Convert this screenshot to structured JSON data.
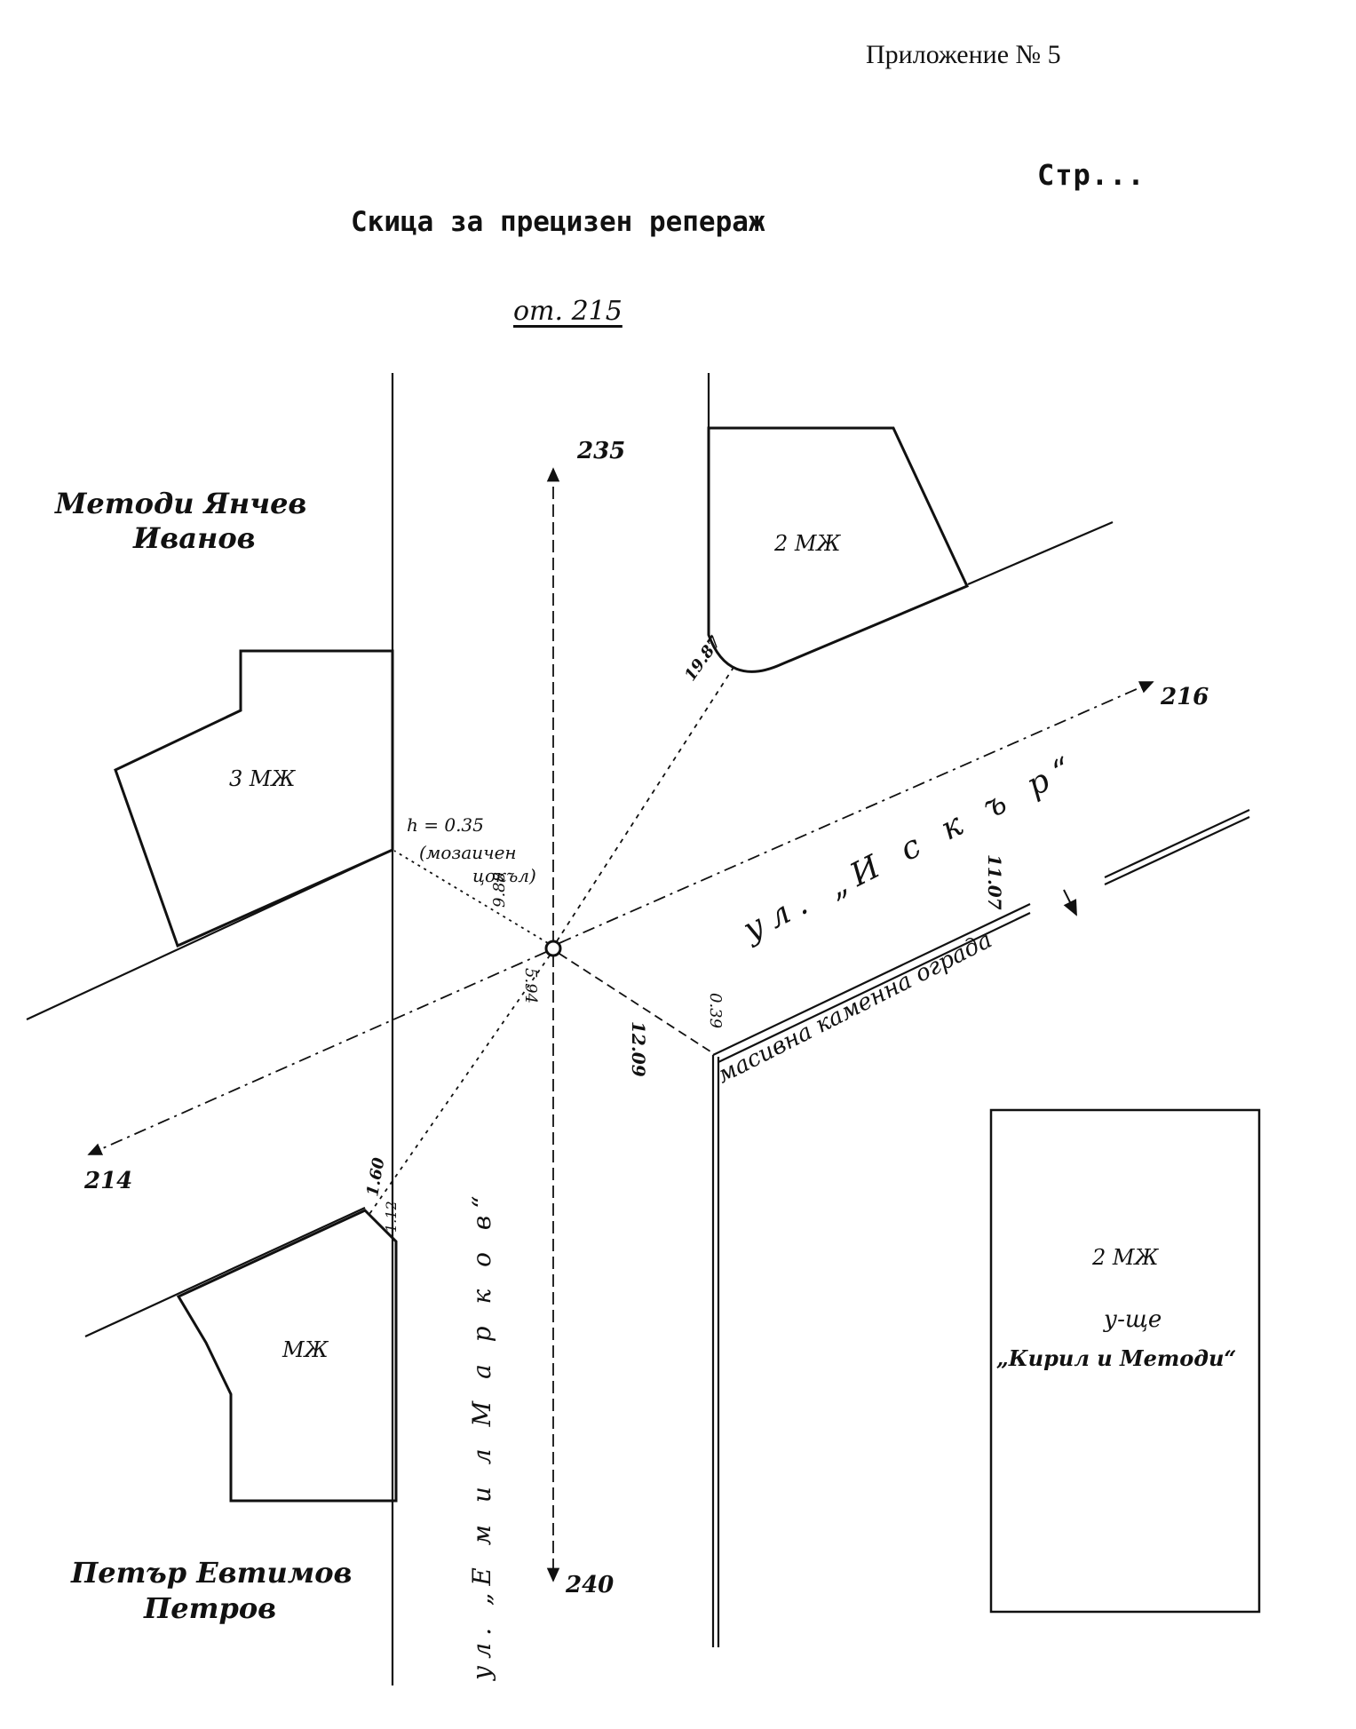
{
  "header": {
    "appendix": "Приложение № 5",
    "page": "Стр...",
    "title": "Скица за прецизен репераж",
    "point": "от. 215"
  },
  "directions": {
    "north": "235",
    "south": "240",
    "east": "216",
    "west": "214"
  },
  "owners": {
    "owner1_line1": "Методи Янчев",
    "owner1_line2": "Иванов",
    "owner2_line1": "Петър Евтимов",
    "owner2_line2": "Петров"
  },
  "buildings": {
    "b1": "2 МЖ",
    "b2": "3 МЖ",
    "b3": "МЖ",
    "b4": "2 МЖ",
    "b4_line2": "у-ще",
    "b4_line3": "„Кирил и Методи“"
  },
  "streets": {
    "iskar": "ул. „И с к ъ р“",
    "emil": "ул. „Е м и л   М а р к о в“"
  },
  "annotations": {
    "height": "h = 0.35",
    "socle_line1": "(мозаичен",
    "socle_line2": "цокъл)",
    "wall": "масивна каменна ограда"
  },
  "measurements": {
    "m1": "19.87",
    "m2": "9.88",
    "m3": "5.94",
    "m4": "12.09",
    "m5": "0.39",
    "m6": "11.07",
    "m7": "1.60",
    "m8": "1.12"
  },
  "colors": {
    "ink": "#111111"
  }
}
